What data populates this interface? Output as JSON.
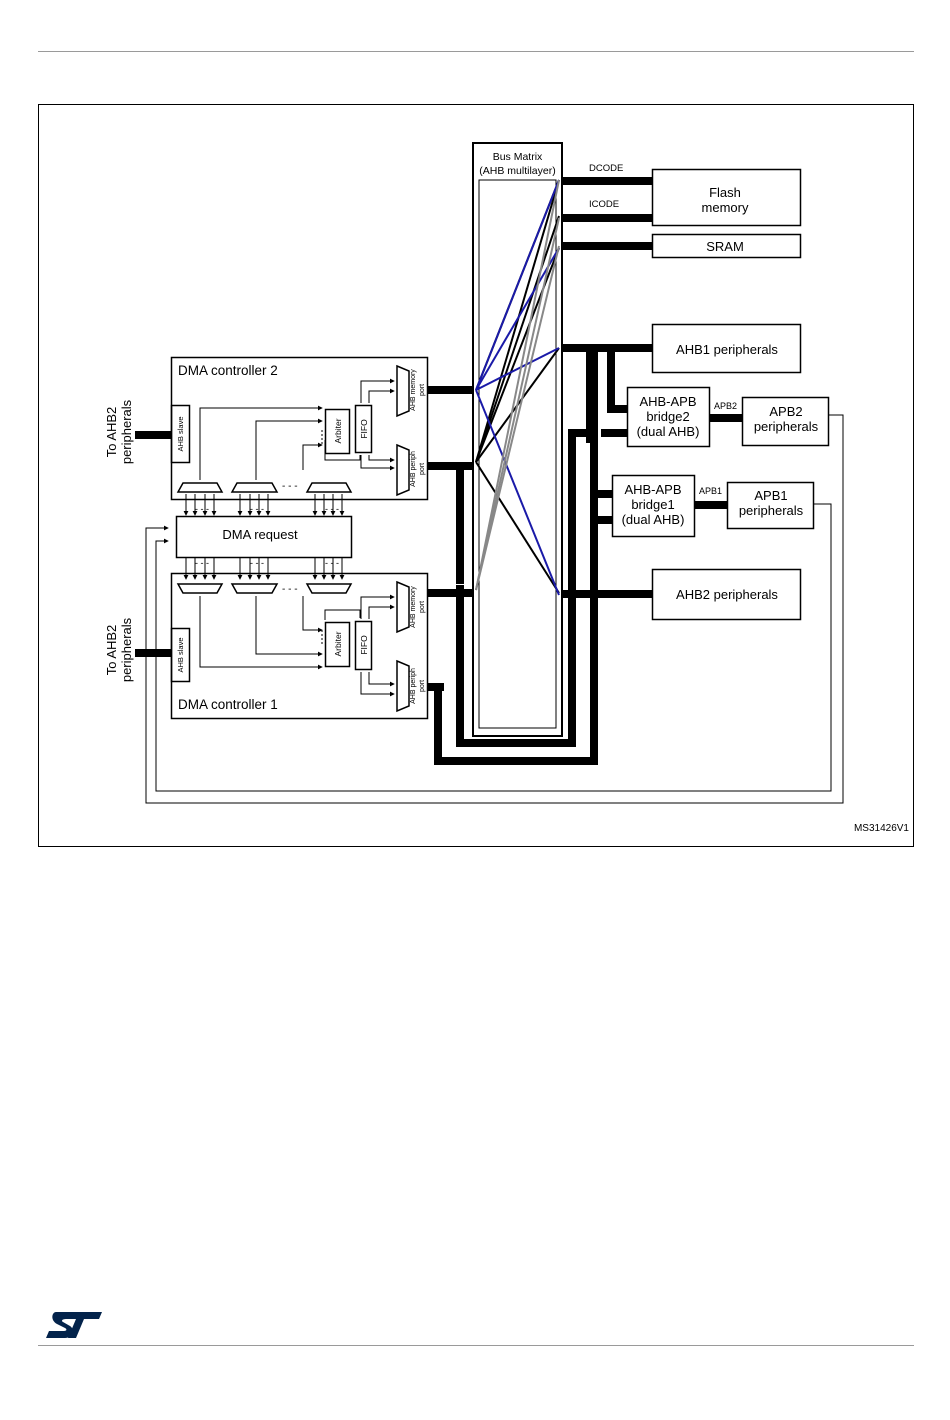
{
  "labels": {
    "bus_matrix": [
      "Bus Matrix",
      "(AHB multilayer)"
    ],
    "dcode": "DCODE",
    "icode": "ICODE",
    "flash": [
      "Flash",
      "memory"
    ],
    "sram": "SRAM",
    "ahb1_periph": "AHB1 peripherals",
    "ahb2_periph": "AHB2 peripherals",
    "bridge2": [
      "AHB-APB",
      "bridge2",
      "(dual AHB)"
    ],
    "bridge1": [
      "AHB-APB",
      "bridge1",
      "(dual AHB)"
    ],
    "apb2": "APB2",
    "apb1": "APB1",
    "apb2_periph": [
      "APB2",
      "peripherals"
    ],
    "apb1_periph": [
      "APB1",
      "peripherals"
    ],
    "dma2": "DMA controller 2",
    "dma1": "DMA controller 1",
    "dma_request": "DMA request",
    "ahb_slave": "AHB slave",
    "arbiter": "Arbiter",
    "fifo": "FIFO",
    "ahb_memory_port": [
      "AHB memory",
      "port"
    ],
    "ahb_periph_port": [
      "AHB periph",
      "port"
    ],
    "to_ahb2": [
      "To AHB2",
      "peripherals"
    ],
    "dots": "- - -",
    "figure_id": "MS31426V1"
  },
  "colors": {
    "bus": "#000000",
    "blue_path": "#1a1aa8",
    "gray_path": "#888888",
    "rule": "#9a9a9a",
    "logo": "#03234b"
  },
  "logo": {
    "name": "ST logo",
    "text": "ST"
  }
}
